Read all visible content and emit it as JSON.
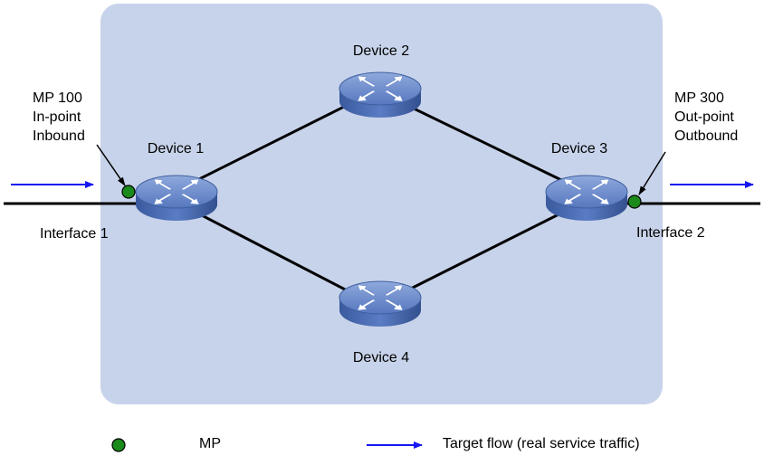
{
  "devices": [
    {
      "id": "device-1",
      "label": "Device 1"
    },
    {
      "id": "device-2",
      "label": "Device 2"
    },
    {
      "id": "device-3",
      "label": "Device 3"
    },
    {
      "id": "device-4",
      "label": "Device 4"
    }
  ],
  "links": [
    [
      "device-1",
      "device-2"
    ],
    [
      "device-1",
      "device-4"
    ],
    [
      "device-2",
      "device-3"
    ],
    [
      "device-4",
      "device-3"
    ]
  ],
  "measurement_points": {
    "ingress": {
      "line1": "MP 100",
      "line2": "In-point",
      "line3": "Inbound",
      "interface": "Interface 1"
    },
    "egress": {
      "line1": "MP 300",
      "line2": "Out-point",
      "line3": "Outbound",
      "interface": "Interface 2"
    }
  },
  "legend": {
    "mp_label": "MP",
    "flow_label": "Target flow (real service traffic)"
  },
  "colors": {
    "region_fill": "#c7d3ea",
    "device_fill": "#4f72b8",
    "mp_fill": "#1a8a1a",
    "flow_arrow": "#1616f0",
    "link": "#000000"
  }
}
